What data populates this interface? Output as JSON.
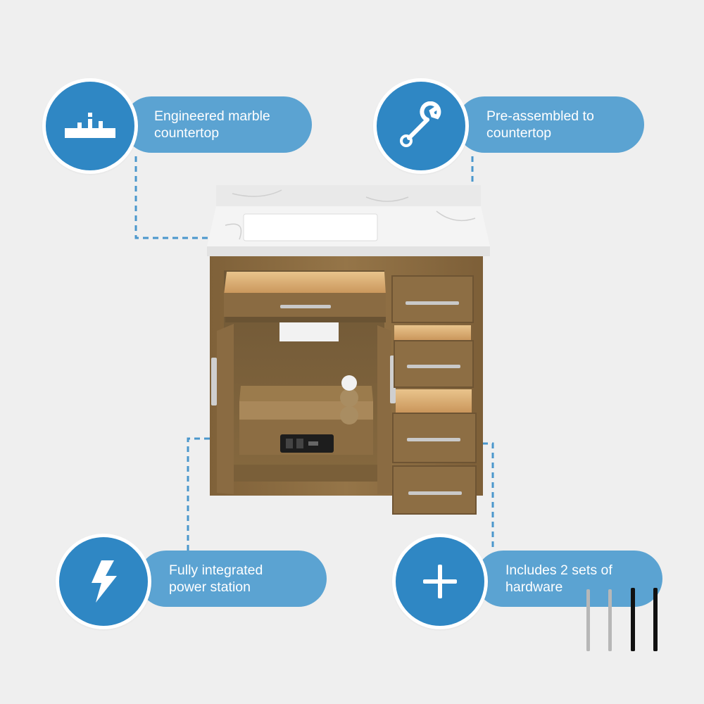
{
  "features": [
    {
      "icon": "marble-countertop-icon",
      "line1": "Engineered marble",
      "line2": "countertop"
    },
    {
      "icon": "wrench-icon",
      "line1": "Pre-assembled to",
      "line2": "countertop"
    },
    {
      "icon": "lightning-bolt-icon",
      "line1": "Fully integrated",
      "line2": "power station"
    },
    {
      "icon": "plus-icon",
      "line1": "Includes 2 sets of",
      "line2": "hardware"
    }
  ],
  "colors": {
    "background": "#efefef",
    "pill": "#5ba3d2",
    "circle": "#2f87c4",
    "wood": "#8e6f45",
    "drawer_interior": "#dcb27a",
    "marble": "#f3f3f3"
  }
}
